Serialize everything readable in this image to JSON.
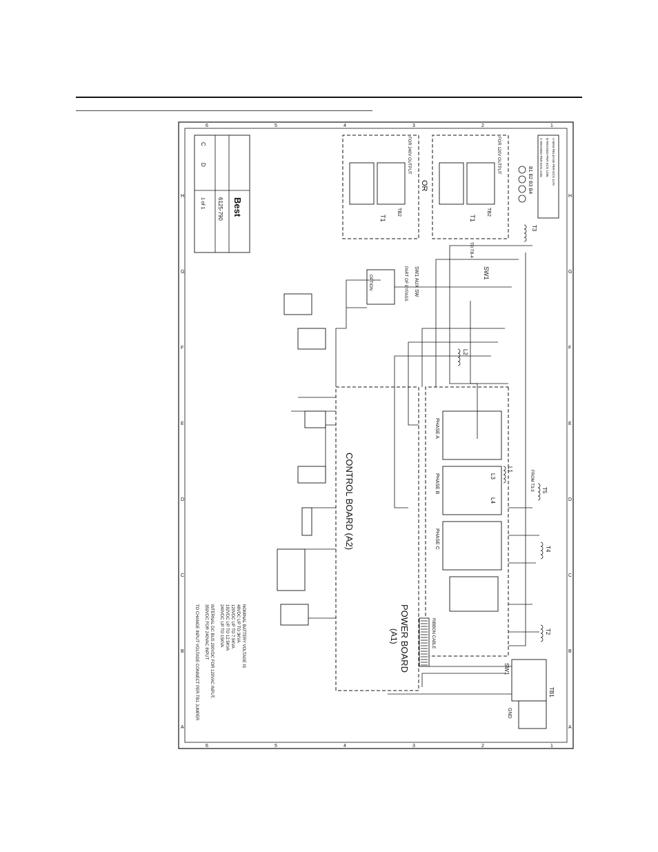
{
  "page": {
    "background": "#ffffff",
    "ink": "#111111"
  },
  "labels": {
    "power_board": "POWER BOARD",
    "power_board_ref": "(A1)",
    "control_board": "CONTROL BOARD (A2)",
    "or": "OR",
    "for_120v_output": "FOR 120V OUTPUT",
    "for_240v_output": "FOR 240V OUTPUT",
    "sw1": "SW1",
    "sw1_aux": "SW1 AUX SW",
    "part_of": "PART OF BYPASS",
    "tb1": "TB1",
    "tb2": "TB2",
    "t1": "T1",
    "t2": "T2",
    "t3": "T3",
    "t4": "T4",
    "t5": "T5",
    "l1": "L1",
    "l2": "L2",
    "l3": "L3",
    "l4": "L4",
    "phase_a": "PHASE A",
    "phase_b": "PHASE B",
    "phase_c": "PHASE C",
    "ribbon_cable": "RIBBON CABLE",
    "option": "OPTION",
    "from_t3": "FROM T3-3",
    "to_tb": "TO TB-4",
    "gnd": "GND",
    "b1b4": "B1 B2 B3 B4"
  },
  "columns": [
    "A",
    "B",
    "C",
    "D",
    "E",
    "F",
    "G",
    "H"
  ],
  "rows": [
    "1",
    "2",
    "3",
    "4",
    "5",
    "6"
  ],
  "notes": [
    "NOMINAL BATTERY VOLTAGE IS",
    "48VDC UP TO 3KVA",
    "120VDC UP TO 7.5KVA",
    "192VDC UP TO 12.5KVA",
    "240VDC UP TO 15KVA",
    "INTERNAL DC BUS 200VDC FOR 120VAC INPUT,",
    "350VDC FOR 240VAC INPUT",
    "TO CHANGE INPUT VOLTAGE CONNECT PER TB1 JUMPER"
  ],
  "title_block": {
    "drawing_no": "6125-790",
    "sheet": "1 of 1",
    "rev": "C",
    "size": "D",
    "logo": "Best"
  },
  "revisions": [
    "A  NEW RELEASE PER ECN 1170",
    "B  REVISED PER ECN 1205",
    "C  REVISED PER ECN 1236"
  ]
}
